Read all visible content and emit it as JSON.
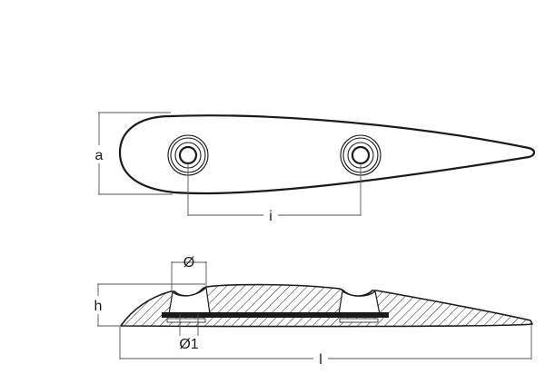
{
  "top_view": {
    "dim_height_label": "a",
    "dim_hole_spacing_label": "i"
  },
  "side_view": {
    "dim_height_label": "h",
    "dim_hole_diameter_label": "Ø",
    "dim_bolt_diameter_label": "Ø1",
    "dim_length_label": "l"
  },
  "colors": {
    "line": "#1a1a1a",
    "dimension": "#555555",
    "background": "#ffffff"
  }
}
